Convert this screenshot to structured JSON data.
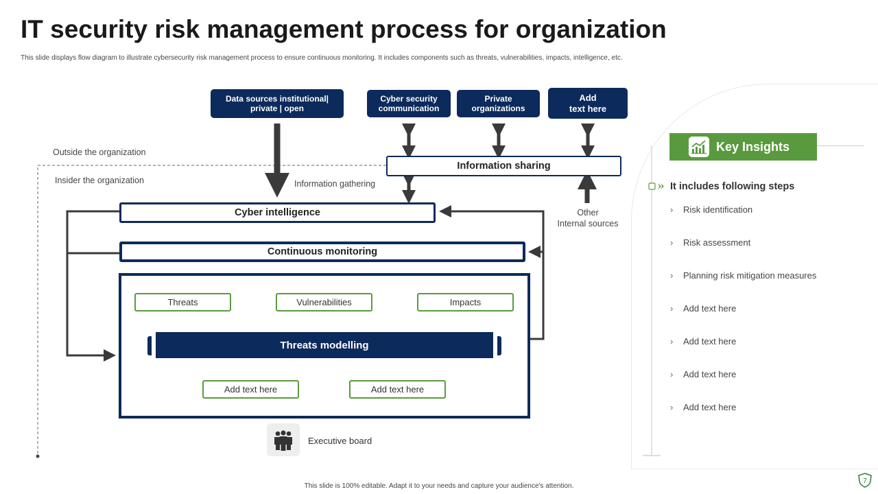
{
  "title": "IT security risk management process for organization",
  "subtitle": "This slide displays flow diagram to illustrate cybersecurity risk management process to ensure continuous monitoring. It includes components such as threats, vulnerabilities, impacts, intelligence, etc.",
  "top_boxes": [
    {
      "label": "Data sources institutional|\nprivate | open"
    },
    {
      "label": "Cyber security\ncommunication"
    },
    {
      "label": "Private\norganizations"
    },
    {
      "label": "Add\ntext here"
    }
  ],
  "labels": {
    "outside": "Outside the organization",
    "insider": "Insider the organization",
    "info_gathering": "Information gathering",
    "other_sources": "Other\nInternal sources"
  },
  "info_sharing": "Information sharing",
  "cyber_intelligence": "Cyber intelligence",
  "continuous_monitoring": "Continuous monitoring",
  "inner": {
    "threats": "Threats",
    "vulnerabilities": "Vulnerabilities",
    "impacts": "Impacts",
    "threats_modelling": "Threats modelling",
    "add_text_1": "Add text here",
    "add_text_2": "Add text here"
  },
  "executive_board": "Executive board",
  "key_insights": {
    "title": "Key Insights",
    "heading": "It includes following steps",
    "steps": [
      "Risk identification",
      "Risk assessment",
      "Planning risk mitigation measures",
      "Add text here",
      "Add text here",
      "Add text here",
      "Add text here"
    ]
  },
  "footer": "This slide is 100% editable. Adapt it to your needs and capture your audience's attention.",
  "page_number": "7",
  "colors": {
    "navy": "#0c2a5b",
    "green": "#5a9a3e",
    "arrow": "#3a3a3a"
  },
  "icons": {
    "key_insights": "bar-chart-growth-icon",
    "executive_board": "group-people-icon",
    "heading_bullet": "checkbox-arrow-icon",
    "step_bullet": "chevron-right-icon",
    "page_badge": "shield-icon"
  }
}
